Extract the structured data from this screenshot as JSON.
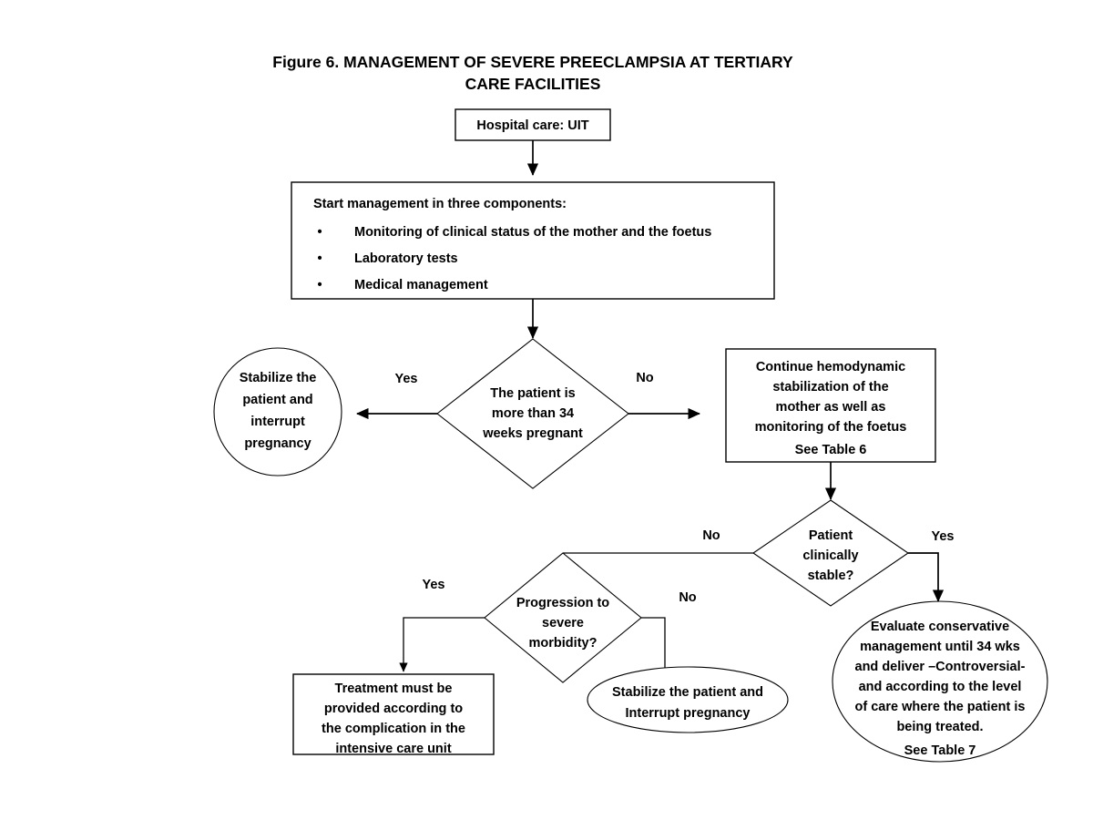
{
  "figure": {
    "title_line1": "Figure 6.  MANAGEMENT OF SEVERE PREECLAMPSIA AT TERTIARY",
    "title_line2": "CARE FACILITIES",
    "background_color": "#ffffff",
    "line_color": "#000000",
    "text_color": "#000000"
  },
  "nodes": {
    "hospital_care": {
      "shape": "rectangle",
      "text": "Hospital care: UIT"
    },
    "start_management": {
      "shape": "rectangle",
      "heading": "Start management in three components:",
      "bullet_marker": "•",
      "bullets": [
        "Monitoring of clinical status of the mother and the foetus",
        "Laboratory tests",
        "Medical management"
      ]
    },
    "gestational_age_decision": {
      "shape": "diamond",
      "lines": [
        "The patient is",
        "more than 34",
        "weeks pregnant"
      ]
    },
    "stabilize_interrupt_circle": {
      "shape": "circle",
      "lines": [
        "Stabilize the",
        "patient and",
        "interrupt",
        "pregnancy"
      ]
    },
    "continue_hemodynamic": {
      "shape": "rectangle",
      "lines": [
        "Continue hemodynamic",
        "stabilization of the",
        "mother as well as",
        "monitoring of the foetus"
      ],
      "reference": "See Table 6"
    },
    "patient_stable_decision": {
      "shape": "diamond",
      "lines": [
        "Patient",
        "clinically",
        "stable?"
      ]
    },
    "progression_decision": {
      "shape": "diamond",
      "lines": [
        "Progression to",
        "severe",
        "morbidity?"
      ]
    },
    "treatment_icu": {
      "shape": "rectangle",
      "lines": [
        "Treatment must be",
        "provided according to",
        "the complication in the",
        "intensive care unit"
      ]
    },
    "stabilize_interrupt_ellipse": {
      "shape": "ellipse",
      "lines": [
        "Stabilize the patient and",
        "Interrupt pregnancy"
      ]
    },
    "evaluate_conservative": {
      "shape": "ellipse",
      "lines": [
        "Evaluate conservative",
        "management until 34 wks",
        "and deliver –Controversial-",
        "and according to the level",
        "of care where the patient is",
        "being treated."
      ],
      "reference": "See Table 7"
    }
  },
  "edge_labels": {
    "gestational_yes": "Yes",
    "gestational_no": "No",
    "stable_no": "No",
    "stable_yes": "Yes",
    "progression_yes": "Yes",
    "progression_no": "No"
  }
}
